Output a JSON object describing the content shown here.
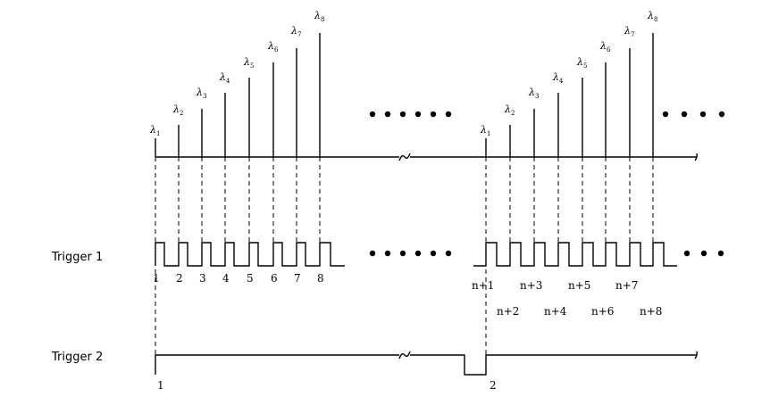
{
  "trigger1": {
    "label": "Trigger 1",
    "indices": [
      "1",
      "2",
      "3",
      "4",
      "5",
      "6",
      "7",
      "8"
    ]
  },
  "trigger2": {
    "label": "Trigger 2",
    "first_index": "1",
    "second_index": "2"
  },
  "wavelengths": {
    "symbol": "λ",
    "group1": [
      "1",
      "2",
      "3",
      "4",
      "5",
      "6",
      "7",
      "8"
    ],
    "group2": [
      "1",
      "2",
      "3",
      "4",
      "5",
      "6",
      "7",
      "8"
    ]
  },
  "group2_indices": {
    "upper": [
      "n+1",
      "n+3",
      "n+5",
      "n+7"
    ],
    "lower": [
      "n+2",
      "n+4",
      "n+6",
      "n+8"
    ]
  },
  "colors": {
    "line": "#000000",
    "background": "#ffffff"
  }
}
